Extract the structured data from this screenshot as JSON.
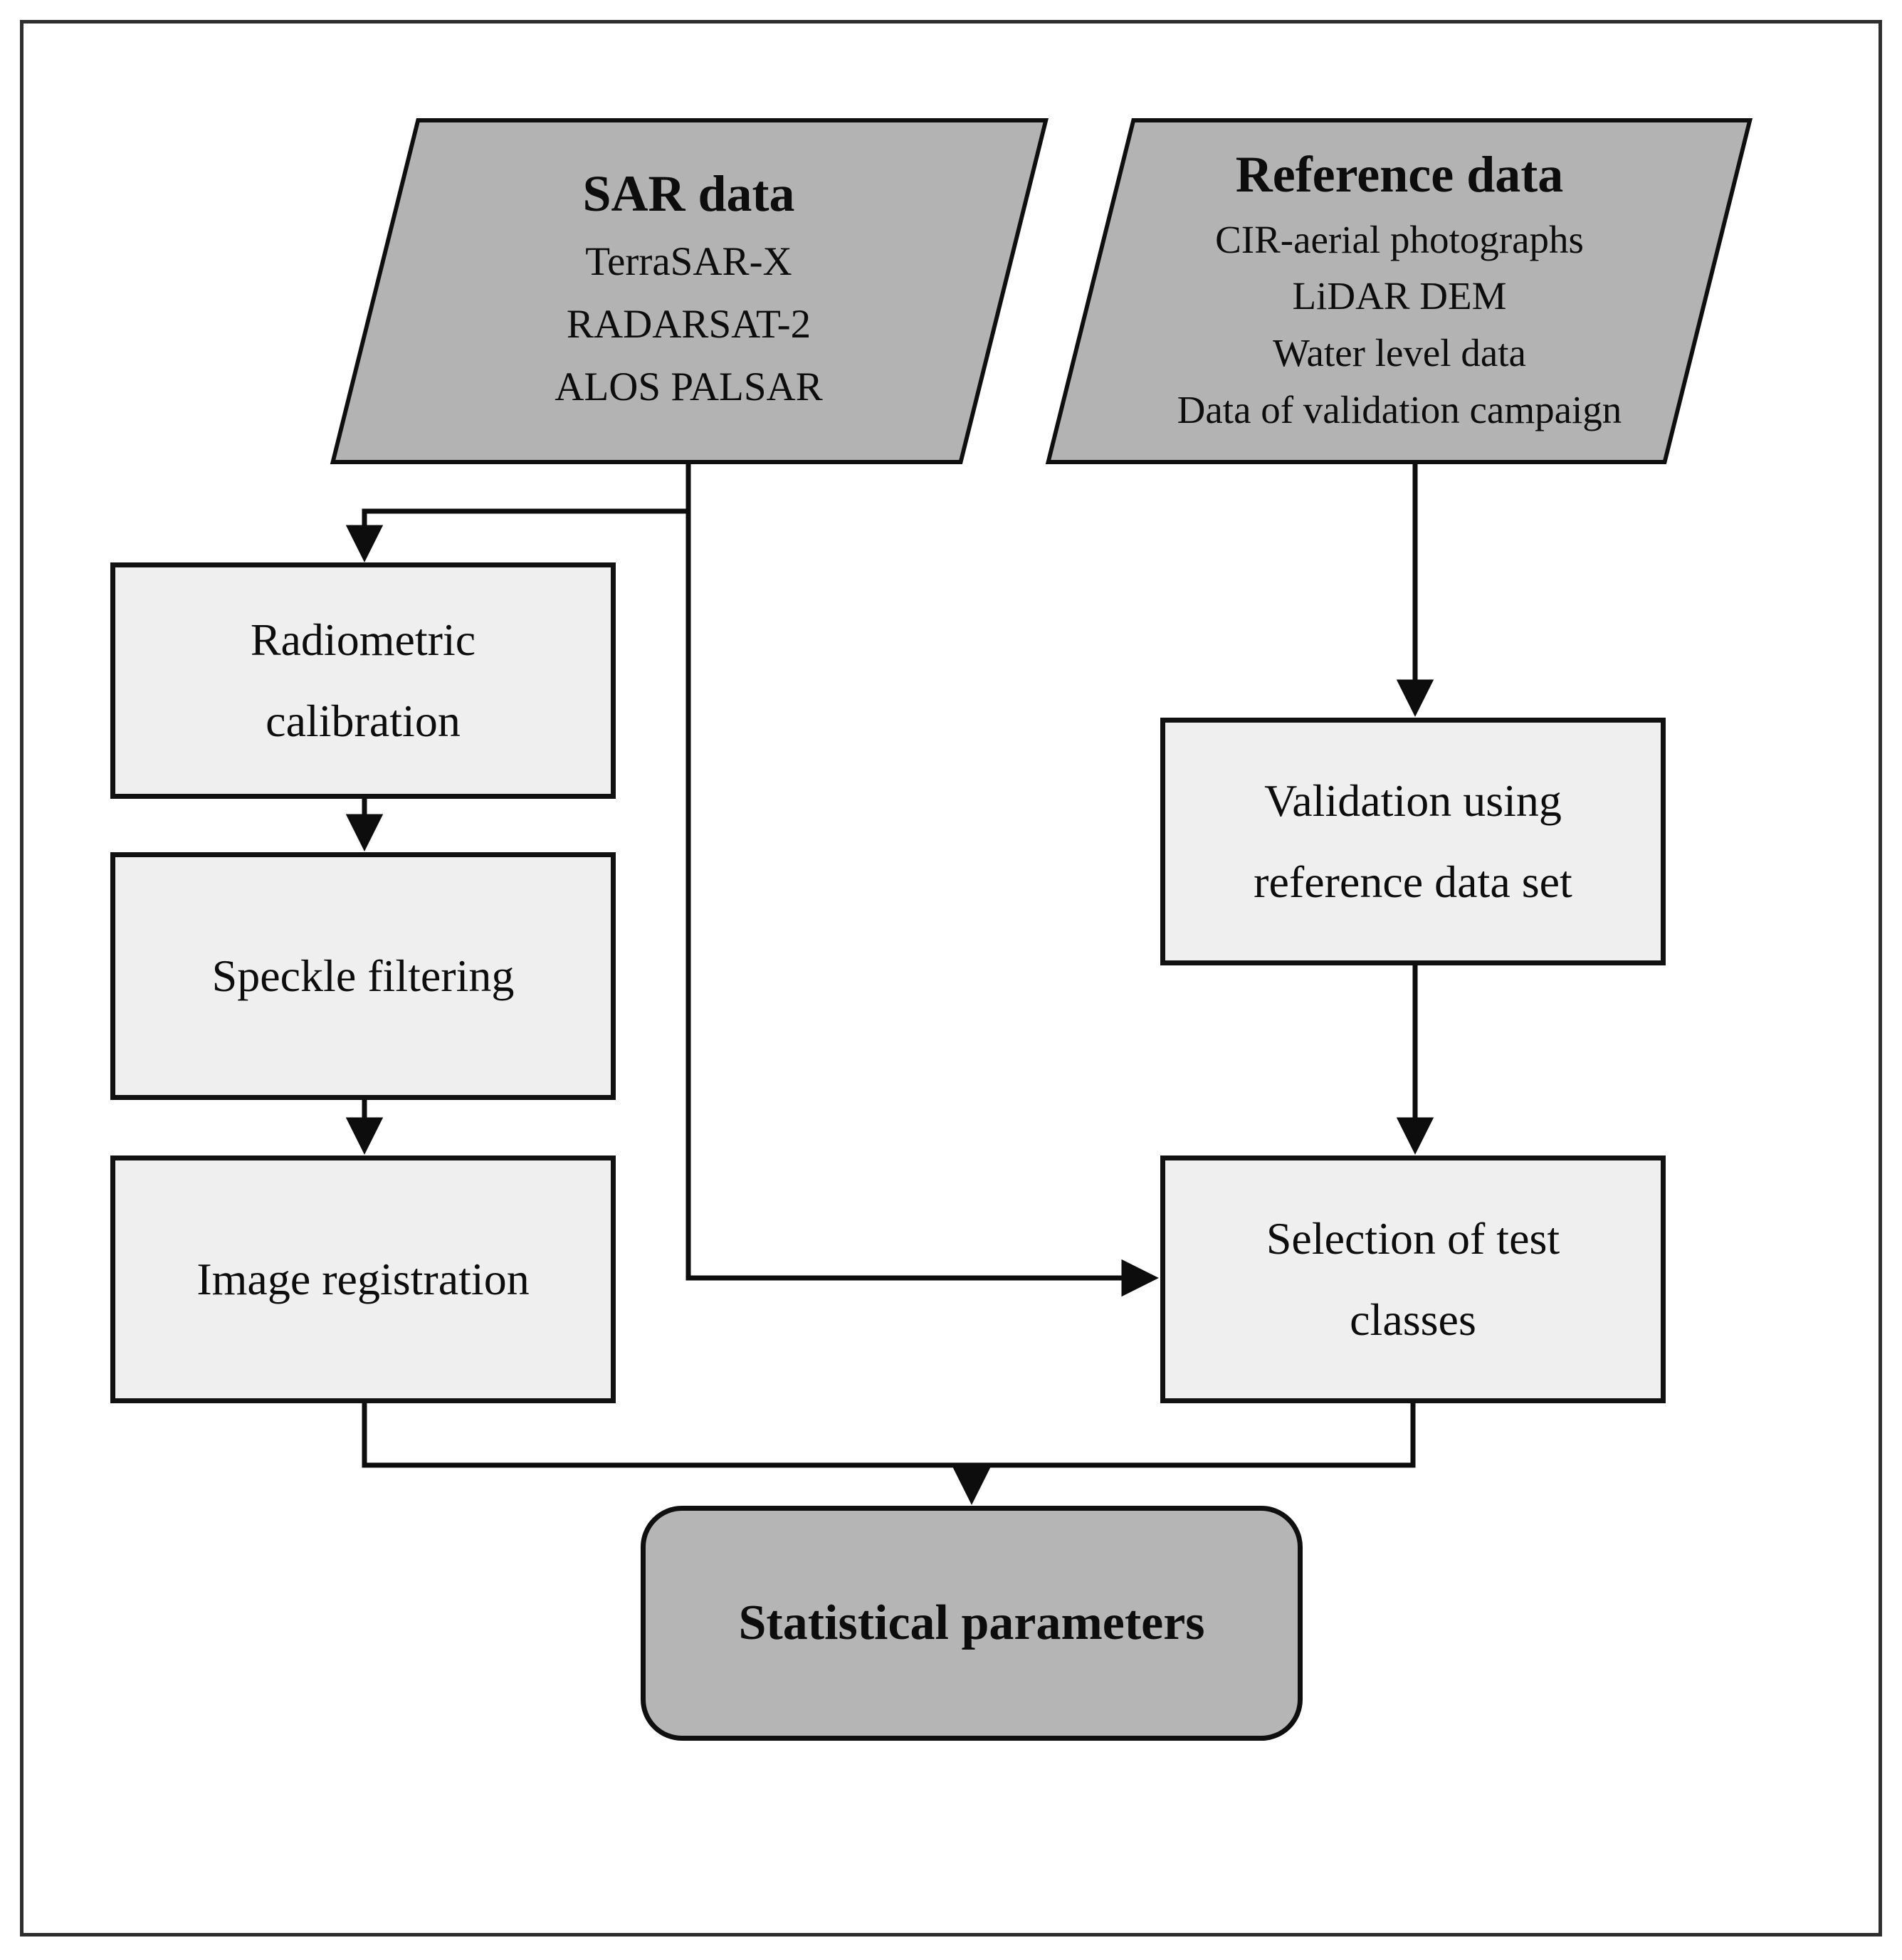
{
  "colors": {
    "io_fill": "#b3b3b3",
    "process_fill": "#efefef",
    "terminal_fill": "#b5b5b5",
    "line": "#0d0d0d",
    "background": "#ffffff"
  },
  "sar": {
    "title": "SAR data",
    "items": [
      "TerraSAR-X",
      "RADARSAT-2",
      "ALOS PALSAR"
    ]
  },
  "reference": {
    "title": "Reference data",
    "items": [
      "CIR-aerial photographs",
      "LiDAR DEM",
      "Water level data",
      "Data of validation campaign"
    ]
  },
  "steps": {
    "radiometric": {
      "lines": [
        "Radiometric",
        "calibration"
      ]
    },
    "speckle": {
      "lines": [
        "Speckle filtering"
      ]
    },
    "registration": {
      "lines": [
        "Image registration"
      ]
    },
    "validation": {
      "lines": [
        "Validation using",
        "reference data set"
      ]
    },
    "selection": {
      "lines": [
        "Selection of test",
        "classes"
      ]
    },
    "statistical": {
      "label": "Statistical parameters"
    }
  }
}
